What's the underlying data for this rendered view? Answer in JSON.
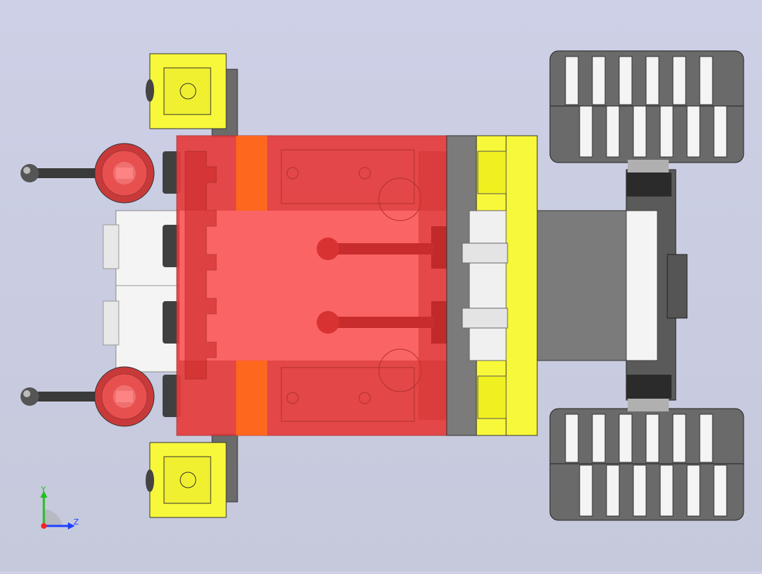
{
  "viewport": {
    "background_top": "#cdd0e6",
    "background_bottom": "#c6c9dc"
  },
  "model": {
    "parts": [
      "transparent-red-body",
      "yellow-tile",
      "gray-bracket",
      "white-brick",
      "red-round-light",
      "black-antenna",
      "tire",
      "axle-housing"
    ],
    "colors": {
      "trans_red": "#e63c3c",
      "trans_red_light": "#ff6a6a",
      "yellow": "#f8f83a",
      "dark_gray": "#4e4e4e",
      "mid_gray": "#7b7b7b",
      "light_gray": "#b8b8b8",
      "white": "#f4f4f4",
      "orange": "#ff6a1a",
      "black": "#222222"
    }
  },
  "triad": {
    "x_label": "",
    "y_label": "Y",
    "z_label": "Z",
    "x_color": "#ff2020",
    "y_color": "#20c020",
    "z_color": "#2040ff"
  }
}
